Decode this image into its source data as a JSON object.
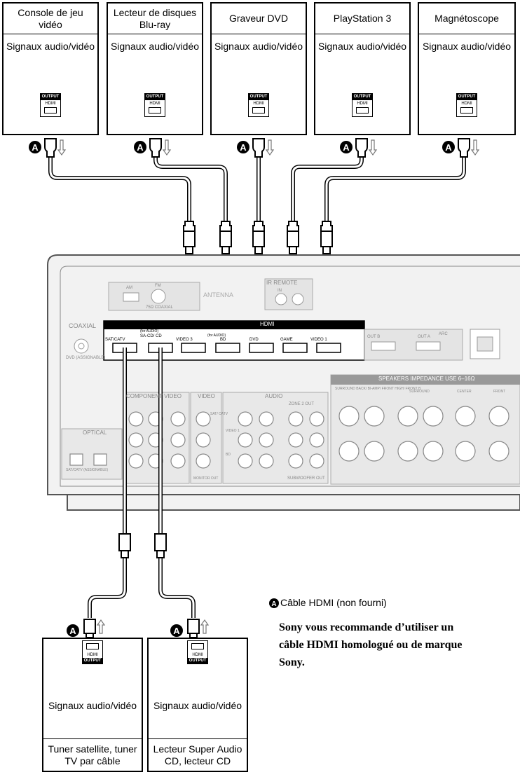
{
  "top_devices": [
    {
      "name": "Console de jeu vidéo",
      "signal": "Signaux audio/vidéo"
    },
    {
      "name": "Lecteur de disques Blu-ray",
      "signal": "Signaux audio/vidéo"
    },
    {
      "name": "Graveur DVD",
      "signal": "Signaux audio/vidéo"
    },
    {
      "name": "PlayStation 3",
      "signal": "Signaux audio/vidéo"
    },
    {
      "name": "Magnétoscope",
      "signal": "Signaux audio/vidéo"
    }
  ],
  "bottom_devices": [
    {
      "name": "Tuner satellite, tuner TV par câble",
      "signal": "Signaux audio/vidéo"
    },
    {
      "name": "Lecteur Super Audio CD, lecteur CD",
      "signal": "Signaux audio/vidéo"
    }
  ],
  "port": {
    "output": "OUTPUT",
    "hdmi": "HDMI"
  },
  "cable_marker": "A",
  "receiver": {
    "antenna": "ANTENNA",
    "am": "AM",
    "fm": "FM",
    "fm_sub": "75Ω COAXIAL",
    "ir_remote": "IR REMOTE",
    "ir_in": "IN",
    "coaxial": "COAXIAL",
    "coaxial_sub": "DVD (ASSIGNABLE)",
    "hdmi": "HDMI",
    "hdmi_inputs": [
      "SAT/CATV",
      "SA-CD/ CD",
      "VIDEO 3",
      "BD",
      "DVD",
      "GAME",
      "VIDEO 1"
    ],
    "hdmi_notes": [
      "(for AUDIO)",
      "(for AUDIO)"
    ],
    "hdmi_outputs": [
      "OUT B",
      "OUT A",
      "ARC"
    ],
    "component_video": "COMPONENT VIDEO",
    "video": "VIDEO",
    "audio": "AUDIO",
    "zone2": "ZONE 2 OUT",
    "subwoofer": "SUBWOOFER OUT",
    "optical": "OPTICAL",
    "optical_sub": "SAT/CATV (ASSIGNABLE)",
    "speakers": "SPEAKERS   IMPEDANCE USE 6–16Ω",
    "speaker_groups": [
      "SURROUND BACK/ BI-AMP/ FRONT HIGH/ FRONT B",
      "SURROUND",
      "CENTER",
      "FRONT"
    ],
    "monitor_out": "MONITOR OUT",
    "video_in_labels": [
      "SAT/ CATV",
      "VIDEO 1",
      "BD"
    ]
  },
  "legend": {
    "marker": "A",
    "text": "Câble HDMI (non fourni)",
    "note_lines": [
      "Sony vous recommande d’utiliser un",
      "câble HDMI homologué ou de marque",
      "Sony."
    ]
  }
}
